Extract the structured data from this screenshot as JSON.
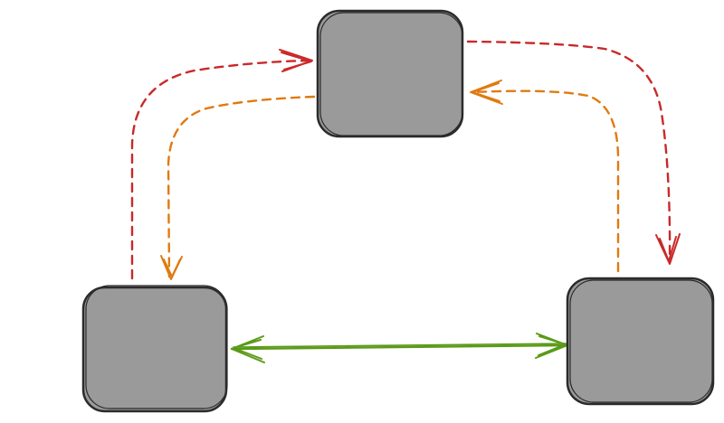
{
  "diagram": {
    "nodes": [
      {
        "id": "top",
        "label": ""
      },
      {
        "id": "left",
        "label": ""
      },
      {
        "id": "right",
        "label": ""
      }
    ],
    "edges": [
      {
        "id": "top-to-left",
        "from": "top",
        "to": "left",
        "style": "dashed",
        "direction": "forward"
      },
      {
        "id": "left-to-top",
        "from": "left",
        "to": "top",
        "style": "dashed",
        "direction": "forward"
      },
      {
        "id": "top-to-right",
        "from": "top",
        "to": "right",
        "style": "dashed",
        "direction": "forward"
      },
      {
        "id": "right-to-top",
        "from": "right",
        "to": "top",
        "style": "dashed",
        "direction": "forward"
      },
      {
        "id": "left-right",
        "from": "left",
        "to": "right",
        "style": "solid",
        "direction": "both"
      }
    ]
  },
  "colors": {
    "node_fill": "#9a9a9a",
    "node_stroke": "#2b2b2b",
    "red_edge": "#c92a2a",
    "orange_edge": "#e07a10",
    "green_edge": "#5a9a18"
  }
}
